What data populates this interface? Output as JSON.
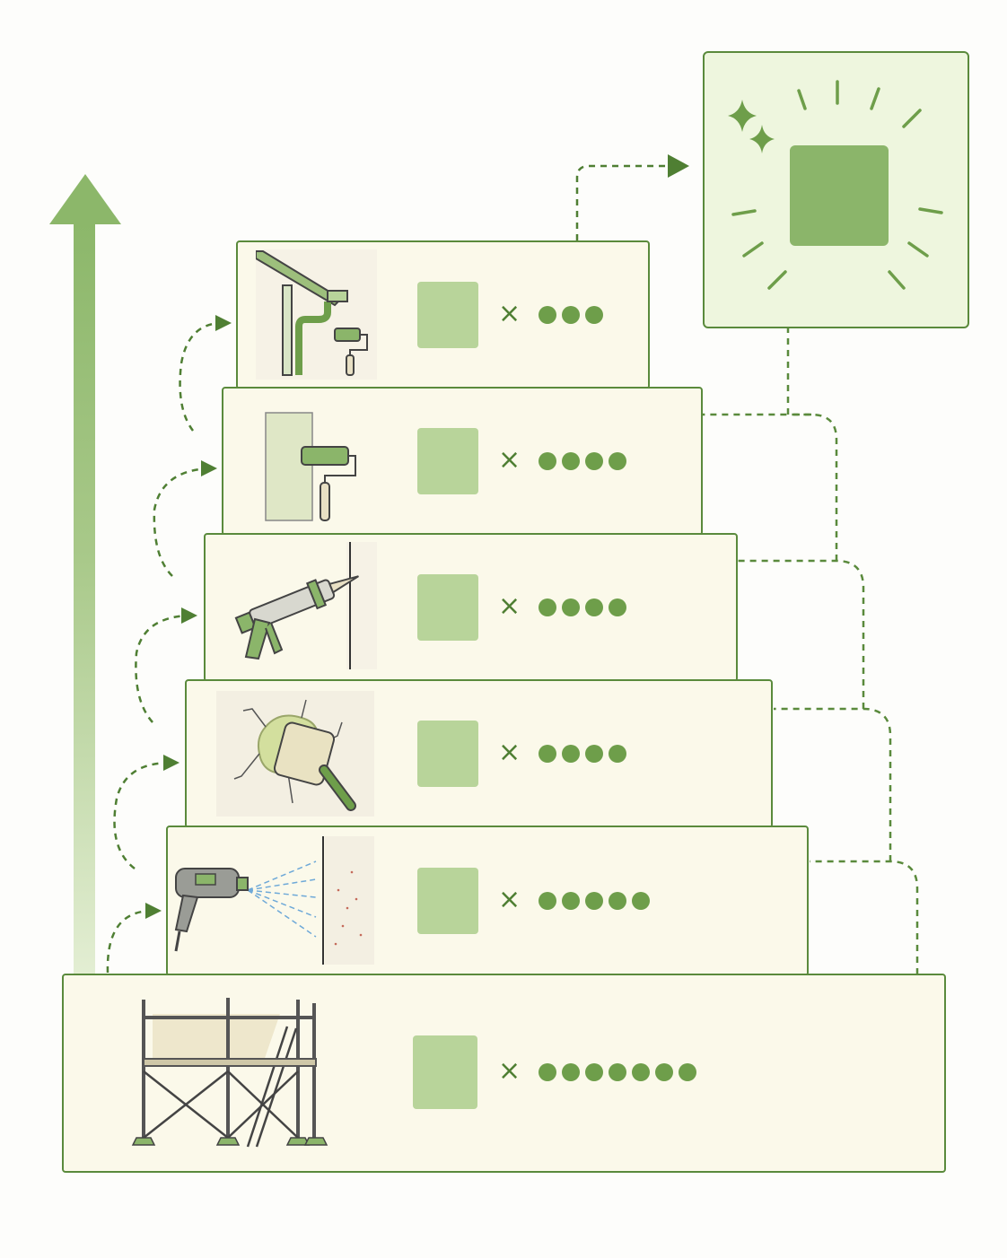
{
  "colors": {
    "accent": "#5a8a3c",
    "dot": "#6e9e4a",
    "swatch": "#b8d49a",
    "result_swatch": "#8bb56a",
    "step_fill": "#fbf9ea",
    "result_fill": "#eef6de"
  },
  "steps": [
    {
      "icon": "scaffolding-icon",
      "multiplier": "×",
      "dot_count": 7
    },
    {
      "icon": "pressure-washer-icon",
      "multiplier": "×",
      "dot_count": 5
    },
    {
      "icon": "wall-patch-trowel-icon",
      "multiplier": "×",
      "dot_count": 4
    },
    {
      "icon": "caulk-gun-icon",
      "multiplier": "×",
      "dot_count": 4
    },
    {
      "icon": "paint-roller-icon",
      "multiplier": "×",
      "dot_count": 4
    },
    {
      "icon": "gutter-roller-icon",
      "multiplier": "×",
      "dot_count": 3
    }
  ],
  "result": {
    "icon": "sparkle-burst-icon"
  }
}
